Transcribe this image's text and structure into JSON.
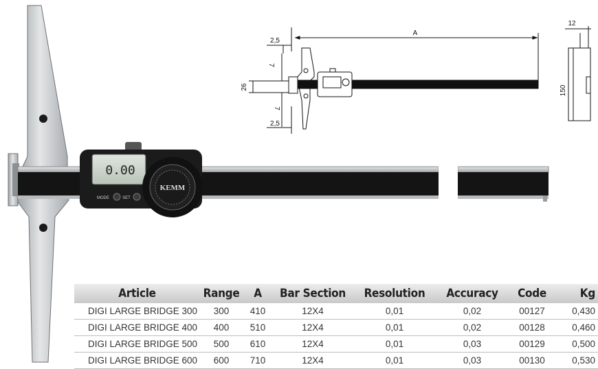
{
  "display": {
    "reading": "0.00",
    "mode_label": "MODE",
    "set_label": "SET",
    "brand": "KEMM"
  },
  "drawing": {
    "dim_left_top": "2,5",
    "dim_left_bottom": "2,5",
    "dim_length": "A",
    "dim_upper": "7",
    "dim_height": "26",
    "dim_lower": "7",
    "dim_side_width": "12",
    "dim_side_height": "150"
  },
  "table": {
    "headers": [
      "Article",
      "Range",
      "A",
      "Bar Section",
      "Resolution",
      "Accuracy",
      "Code",
      "Kg"
    ],
    "rows": [
      [
        "DIGI LARGE BRIDGE 300",
        "300",
        "410",
        "12X4",
        "0,01",
        "0,02",
        "00127",
        "0,430"
      ],
      [
        "DIGI LARGE BRIDGE 400",
        "400",
        "510",
        "12X4",
        "0,01",
        "0,02",
        "00128",
        "0,460"
      ],
      [
        "DIGI LARGE BRIDGE 500",
        "500",
        "610",
        "12X4",
        "0,01",
        "0,03",
        "00129",
        "0,500"
      ],
      [
        "DIGI LARGE BRIDGE 600",
        "600",
        "710",
        "12X4",
        "0,01",
        "0,03",
        "00130",
        "0,530"
      ]
    ]
  },
  "colors": {
    "header_bg": "#d4d4d4",
    "bar": "#141414",
    "steel": "#c9ccce"
  }
}
